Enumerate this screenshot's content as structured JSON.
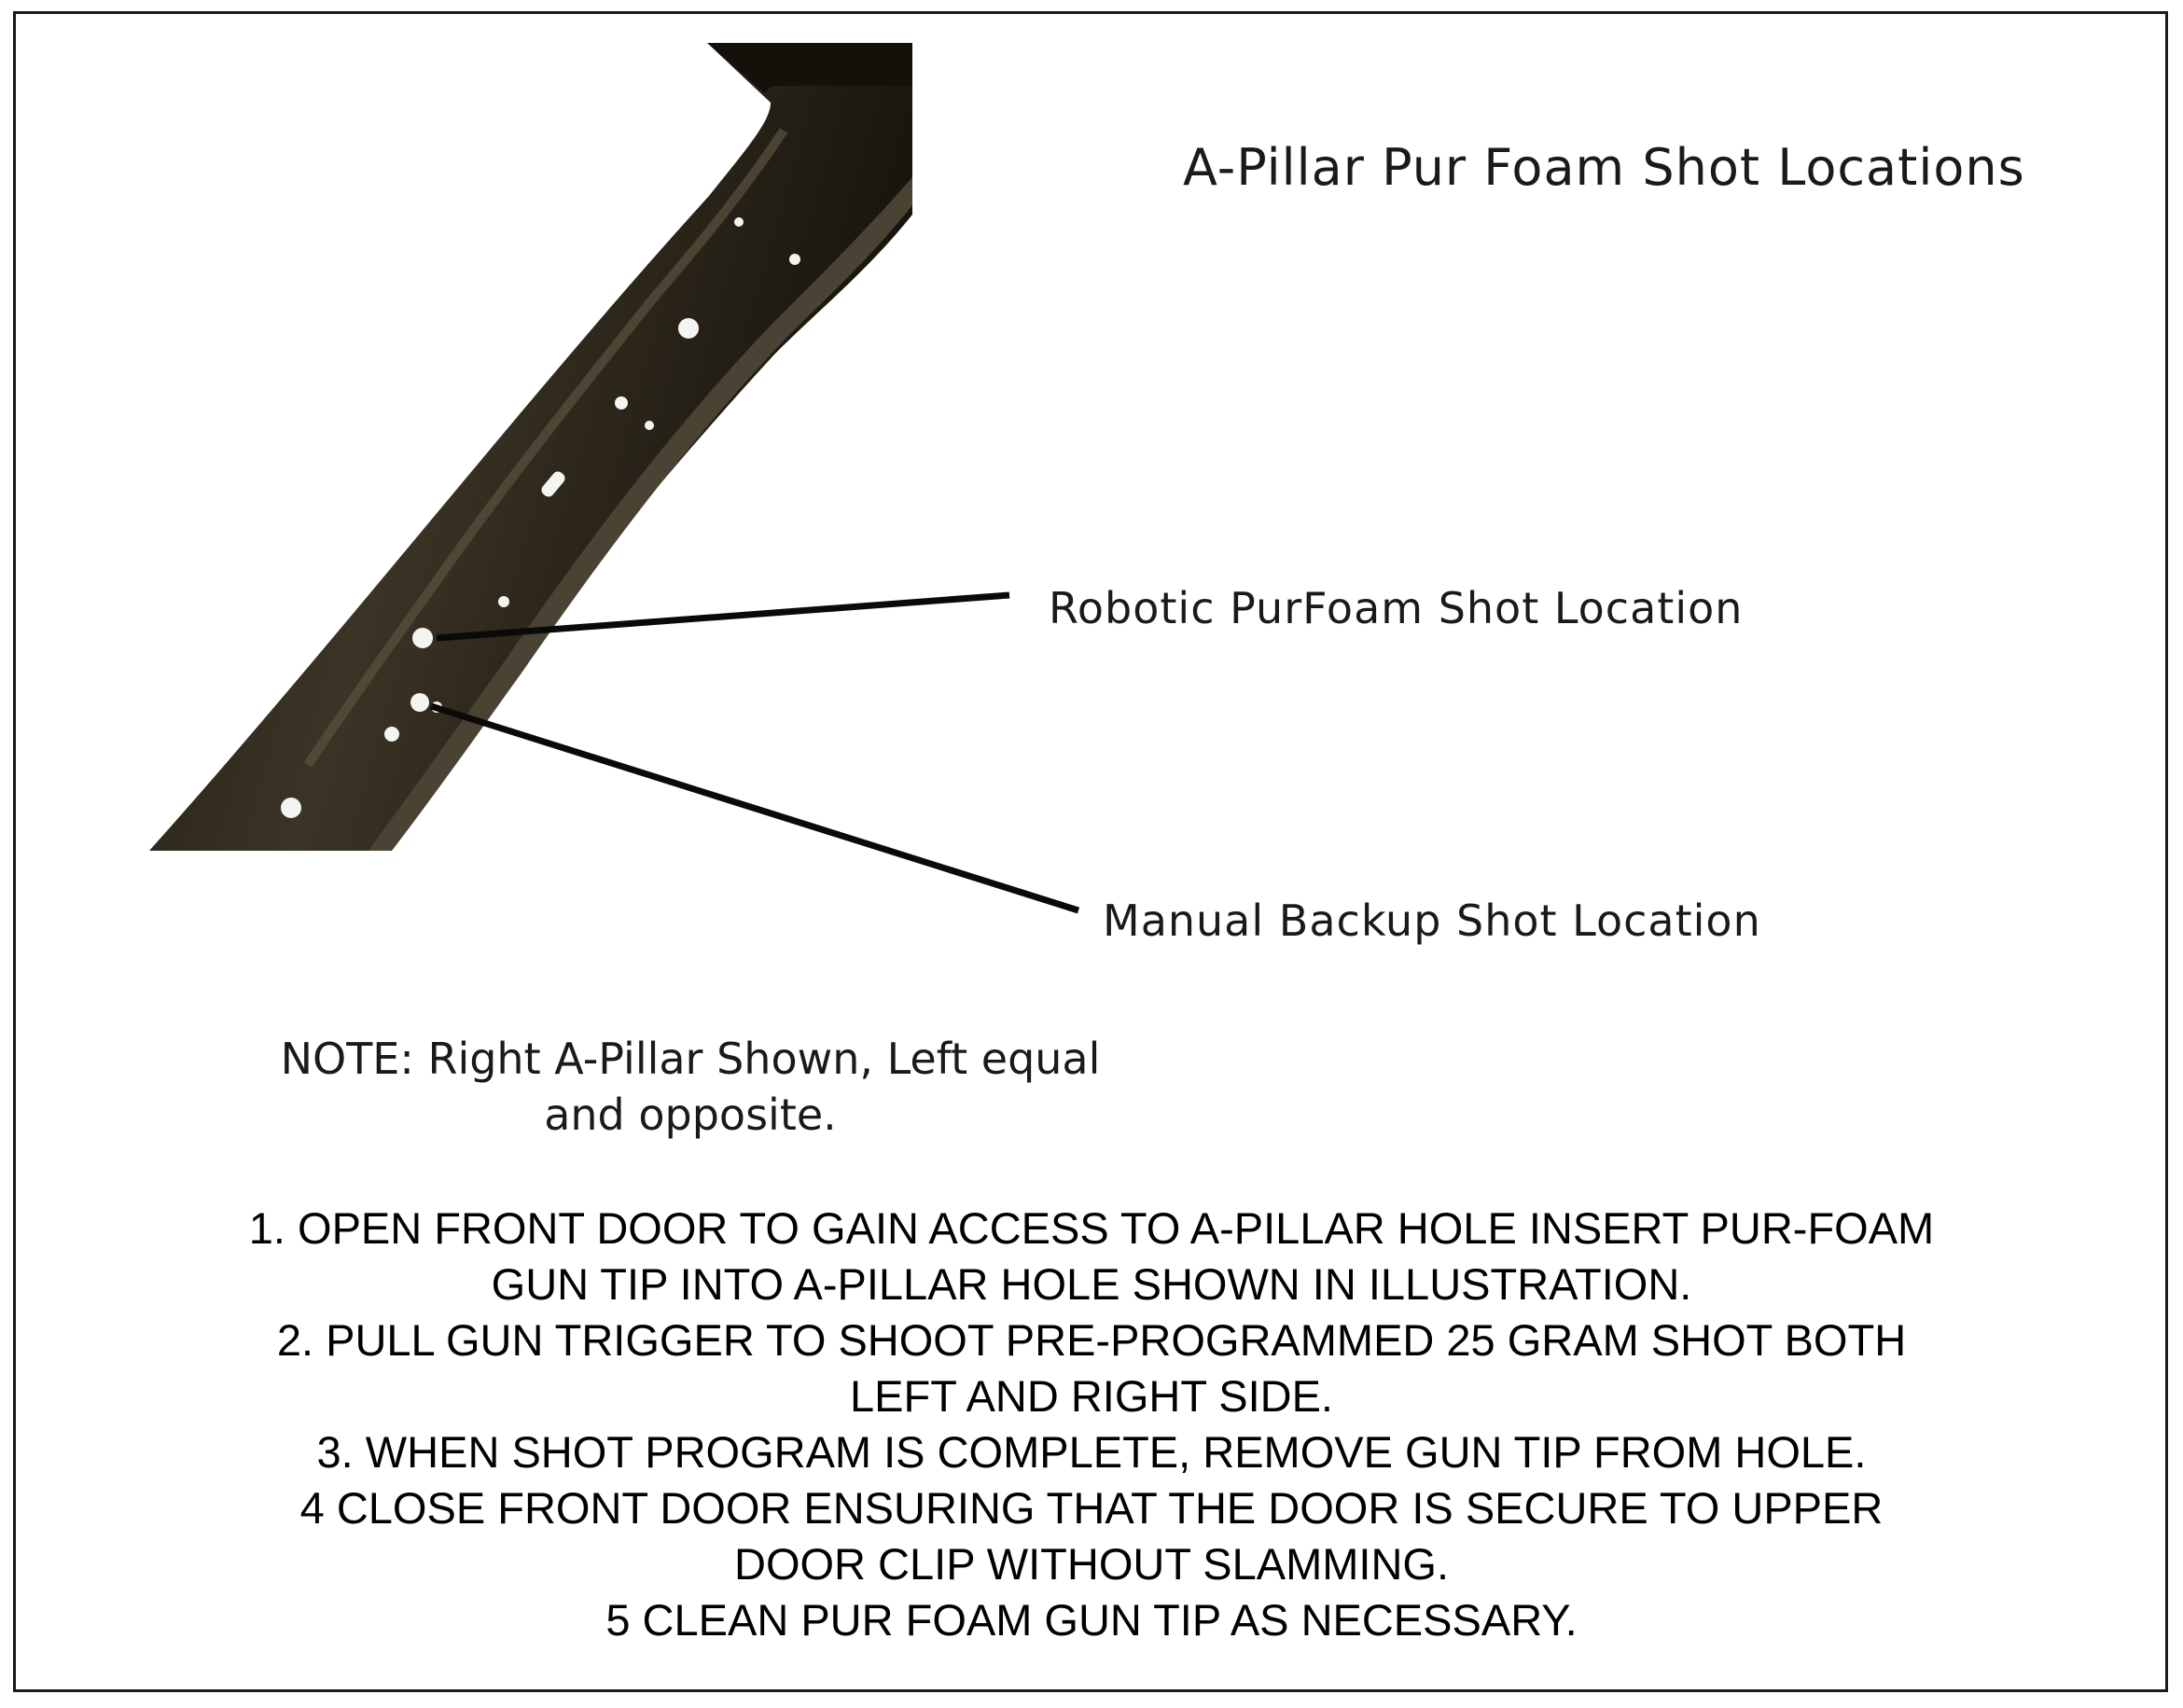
{
  "diagram": {
    "title": "A-Pillar Pur Foam Shot Locations",
    "callouts": {
      "robotic": "Robotic PurFoam Shot Location",
      "manual": "Manual Backup Shot Location"
    },
    "note": {
      "line1": "NOTE: Right A-Pillar Shown, Left equal",
      "line2": "and opposite."
    },
    "instructions": [
      "1. OPEN FRONT DOOR TO GAIN ACCESS TO A-PILLAR HOLE INSERT PUR-FOAM",
      "GUN TIP INTO A-PILLAR HOLE SHOWN IN ILLUSTRATION.",
      "2. PULL GUN TRIGGER TO SHOOT PRE-PROGRAMMED 25 GRAM SHOT BOTH",
      "LEFT AND RIGHT SIDE.",
      "3. WHEN SHOT PROGRAM IS COMPLETE, REMOVE GUN TIP FROM HOLE.",
      "4 CLOSE FRONT DOOR ENSURING THAT THE DOOR IS SECURE TO UPPER",
      "DOOR CLIP WITHOUT SLAMMING.",
      "5 CLEAN PUR FOAM GUN TIP AS NECESSARY."
    ]
  },
  "colors": {
    "pillar_dark": "#221d14",
    "pillar_mid": "#3a3324",
    "pillar_highlight": "#5c5443",
    "leader_line": "#0a0a0a",
    "border": "#1a1a1a"
  }
}
